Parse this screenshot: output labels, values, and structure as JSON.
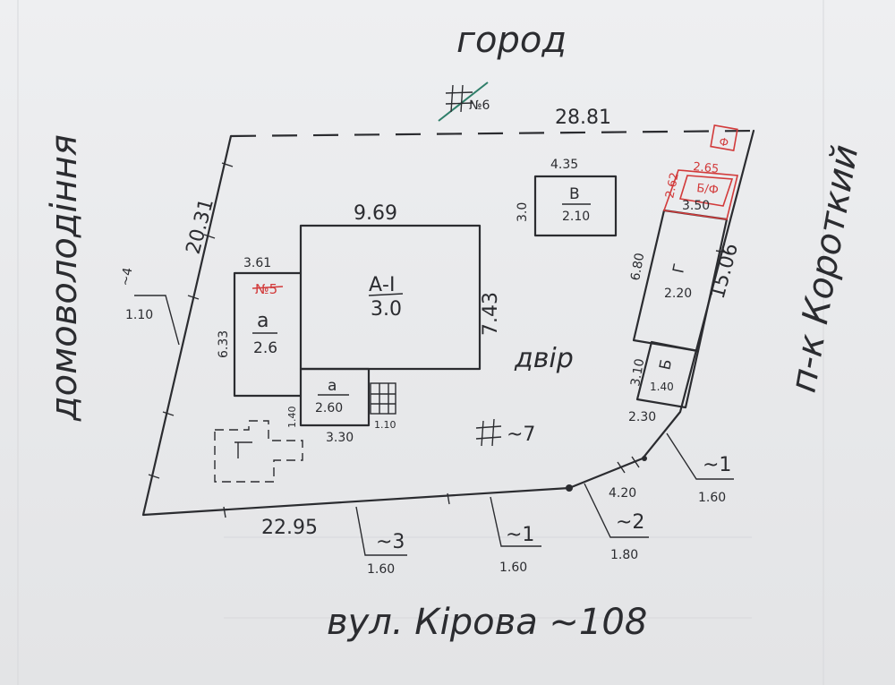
{
  "neighbors": {
    "top": "город",
    "left": "домоволодіння",
    "right": "п-к Короткий",
    "bottom": "вул. Кірова ~108"
  },
  "yard_label": "двір",
  "boundary_dims": {
    "top": "28.81",
    "left": "20.31",
    "bottom": "22.95",
    "right": "15.06",
    "corner": "4.20"
  },
  "main_house": {
    "id": "А-I",
    "height": "3.0",
    "width": "9.69",
    "depth": "7.43"
  },
  "annex_a": {
    "id": "а",
    "height": "2.6",
    "width": "3.61",
    "depth": "6.33"
  },
  "annex_a2": {
    "id": "а",
    "height": "2.60",
    "width": "3.30",
    "depth": "1.40"
  },
  "porch": {
    "width": "1.10"
  },
  "building_b": {
    "id": "В",
    "height": "2.10",
    "width": "4.35",
    "depth": "3.0"
  },
  "building_g": {
    "id": "Г",
    "height": "2.20",
    "width": "6.80"
  },
  "building_d": {
    "id": "Б",
    "height": "1.40",
    "width": "3.10",
    "depth": "2.30"
  },
  "red_block": {
    "id": "Ф",
    "mid": "2.65",
    "box": "Б/Ф",
    "left_dim": "2.62",
    "width": "3.50"
  },
  "fence_marks": [
    {
      "label": "~4",
      "value": "1.10"
    },
    {
      "label": "~3",
      "value": "1.60"
    },
    {
      "label": "~1",
      "value": "1.60"
    },
    {
      "label": "~2",
      "value": "1.80"
    },
    {
      "label": "~1",
      "value": "1.60"
    }
  ],
  "well": {
    "label": "~7"
  },
  "gate_mark": {
    "label": "№6"
  },
  "red_struck": {
    "label": "№5"
  },
  "colors": {
    "ink": "#2b2c30",
    "red": "#d23a3a",
    "paper": "#eceef0"
  }
}
